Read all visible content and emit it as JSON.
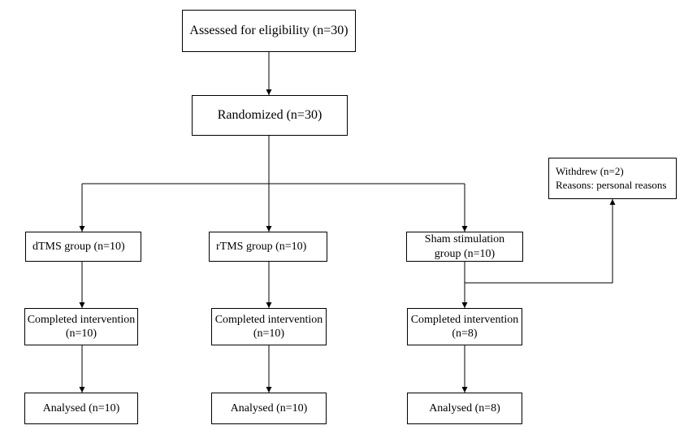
{
  "assessed": "Assessed for eligibility (n=30)",
  "randomized": "Randomized (n=30)",
  "withdrew": {
    "line1": "Withdrew (n=2)",
    "line2": "Reasons: personal reasons"
  },
  "groups": [
    {
      "label": "dTMS group (n=10)",
      "completed_l1": "Completed intervention",
      "completed_l2": "(n=10)",
      "analysed": "Analysed (n=10)"
    },
    {
      "label": "rTMS group (n=10)",
      "completed_l1": "Completed intervention",
      "completed_l2": "(n=10)",
      "analysed": "Analysed (n=10)"
    },
    {
      "label_l1": "Sham stimulation",
      "label_l2": "group (n=10)",
      "completed_l1": "Completed intervention",
      "completed_l2": "(n=8)",
      "analysed": "Analysed (n=8)"
    }
  ]
}
